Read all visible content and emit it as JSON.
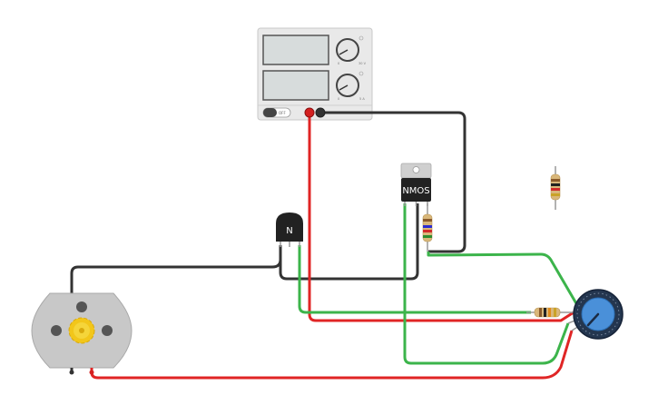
{
  "power_supply": {
    "switch_label": "OFF",
    "knob_top_marks": [
      "0",
      "30 V"
    ],
    "knob_bottom_marks": [
      "0",
      "5 A"
    ]
  },
  "mosfet": {
    "label": "NMOS"
  },
  "transistor": {
    "label": "N"
  },
  "resistors": [
    "vertical-near-mosfet",
    "vertical-loose",
    "horizontal-near-pot"
  ],
  "wire_colors": {
    "ground": "#333333",
    "positive": "#e02525",
    "signal": "#3cb44b"
  },
  "icons": [
    "motor-gear-icon",
    "potentiometer-dial-icon"
  ]
}
